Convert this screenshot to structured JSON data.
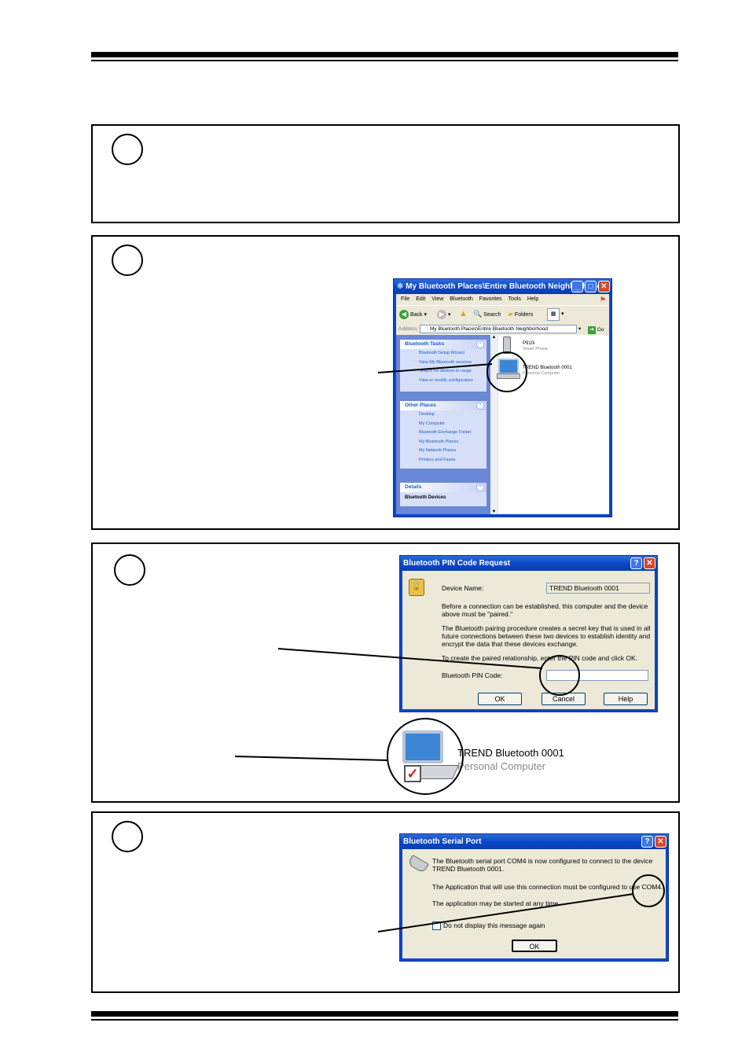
{
  "explorer": {
    "title": "My Bluetooth Places\\Entire Bluetooth Neighborhood",
    "menu": [
      "File",
      "Edit",
      "View",
      "Bluetooth",
      "Favorites",
      "Tools",
      "Help"
    ],
    "toolbar": {
      "back": "Back",
      "search": "Search",
      "folders": "Folders"
    },
    "address_label": "Address",
    "address_value": "My Bluetooth Places\\Entire Bluetooth Neighborhood",
    "go": "Go",
    "bluetooth_tasks": {
      "header": "Bluetooth Tasks",
      "items": [
        "Bluetooth Setup Wizard",
        "View My Bluetooth services",
        "Search for devices in range",
        "View or modify configuration"
      ]
    },
    "other_places": {
      "header": "Other Places",
      "items": [
        "Desktop",
        "My Computer",
        "Bluetooth Exchange Folder",
        "My Bluetooth Places",
        "My Network Places",
        "Printers and Faxes"
      ]
    },
    "details": {
      "header": "Details",
      "body": "Bluetooth Devices"
    },
    "devices": [
      {
        "name": "P910i",
        "type": "Smart Phone"
      },
      {
        "name": "TREND Bluetooth 0001",
        "type": "Personal Computer"
      }
    ]
  },
  "pin_dialog": {
    "title": "Bluetooth PIN Code Request",
    "device_name_label": "Device Name:",
    "device_name_value": "TREND Bluetooth 0001",
    "para1": "Before a connection can be established, this computer and the device above must be \"paired.\"",
    "para2": "The Bluetooth pairing procedure creates a secret key that is used in all future connections between these two devices to establish identity and encrypt the data that these devices exchange.",
    "para3": "To create the paired relationship, enter the PIN code and click OK.",
    "pin_label": "Bluetooth PIN Code:",
    "pin_value": "",
    "ok": "OK",
    "cancel": "Cancel",
    "help": "Help"
  },
  "paired_device": {
    "name": "TREND Bluetooth 0001",
    "type": "Personal Computer"
  },
  "serial_dialog": {
    "title": "Bluetooth Serial Port",
    "para1": "The Bluetooth serial port COM4 is now configured to connect to the device TREND Bluetooth 0001.",
    "para2": "The Application that will use this connection must be configured to use COM4.",
    "para3": "The application may be started at any time.",
    "checkbox_label": "Do not display this message again",
    "ok": "OK"
  }
}
